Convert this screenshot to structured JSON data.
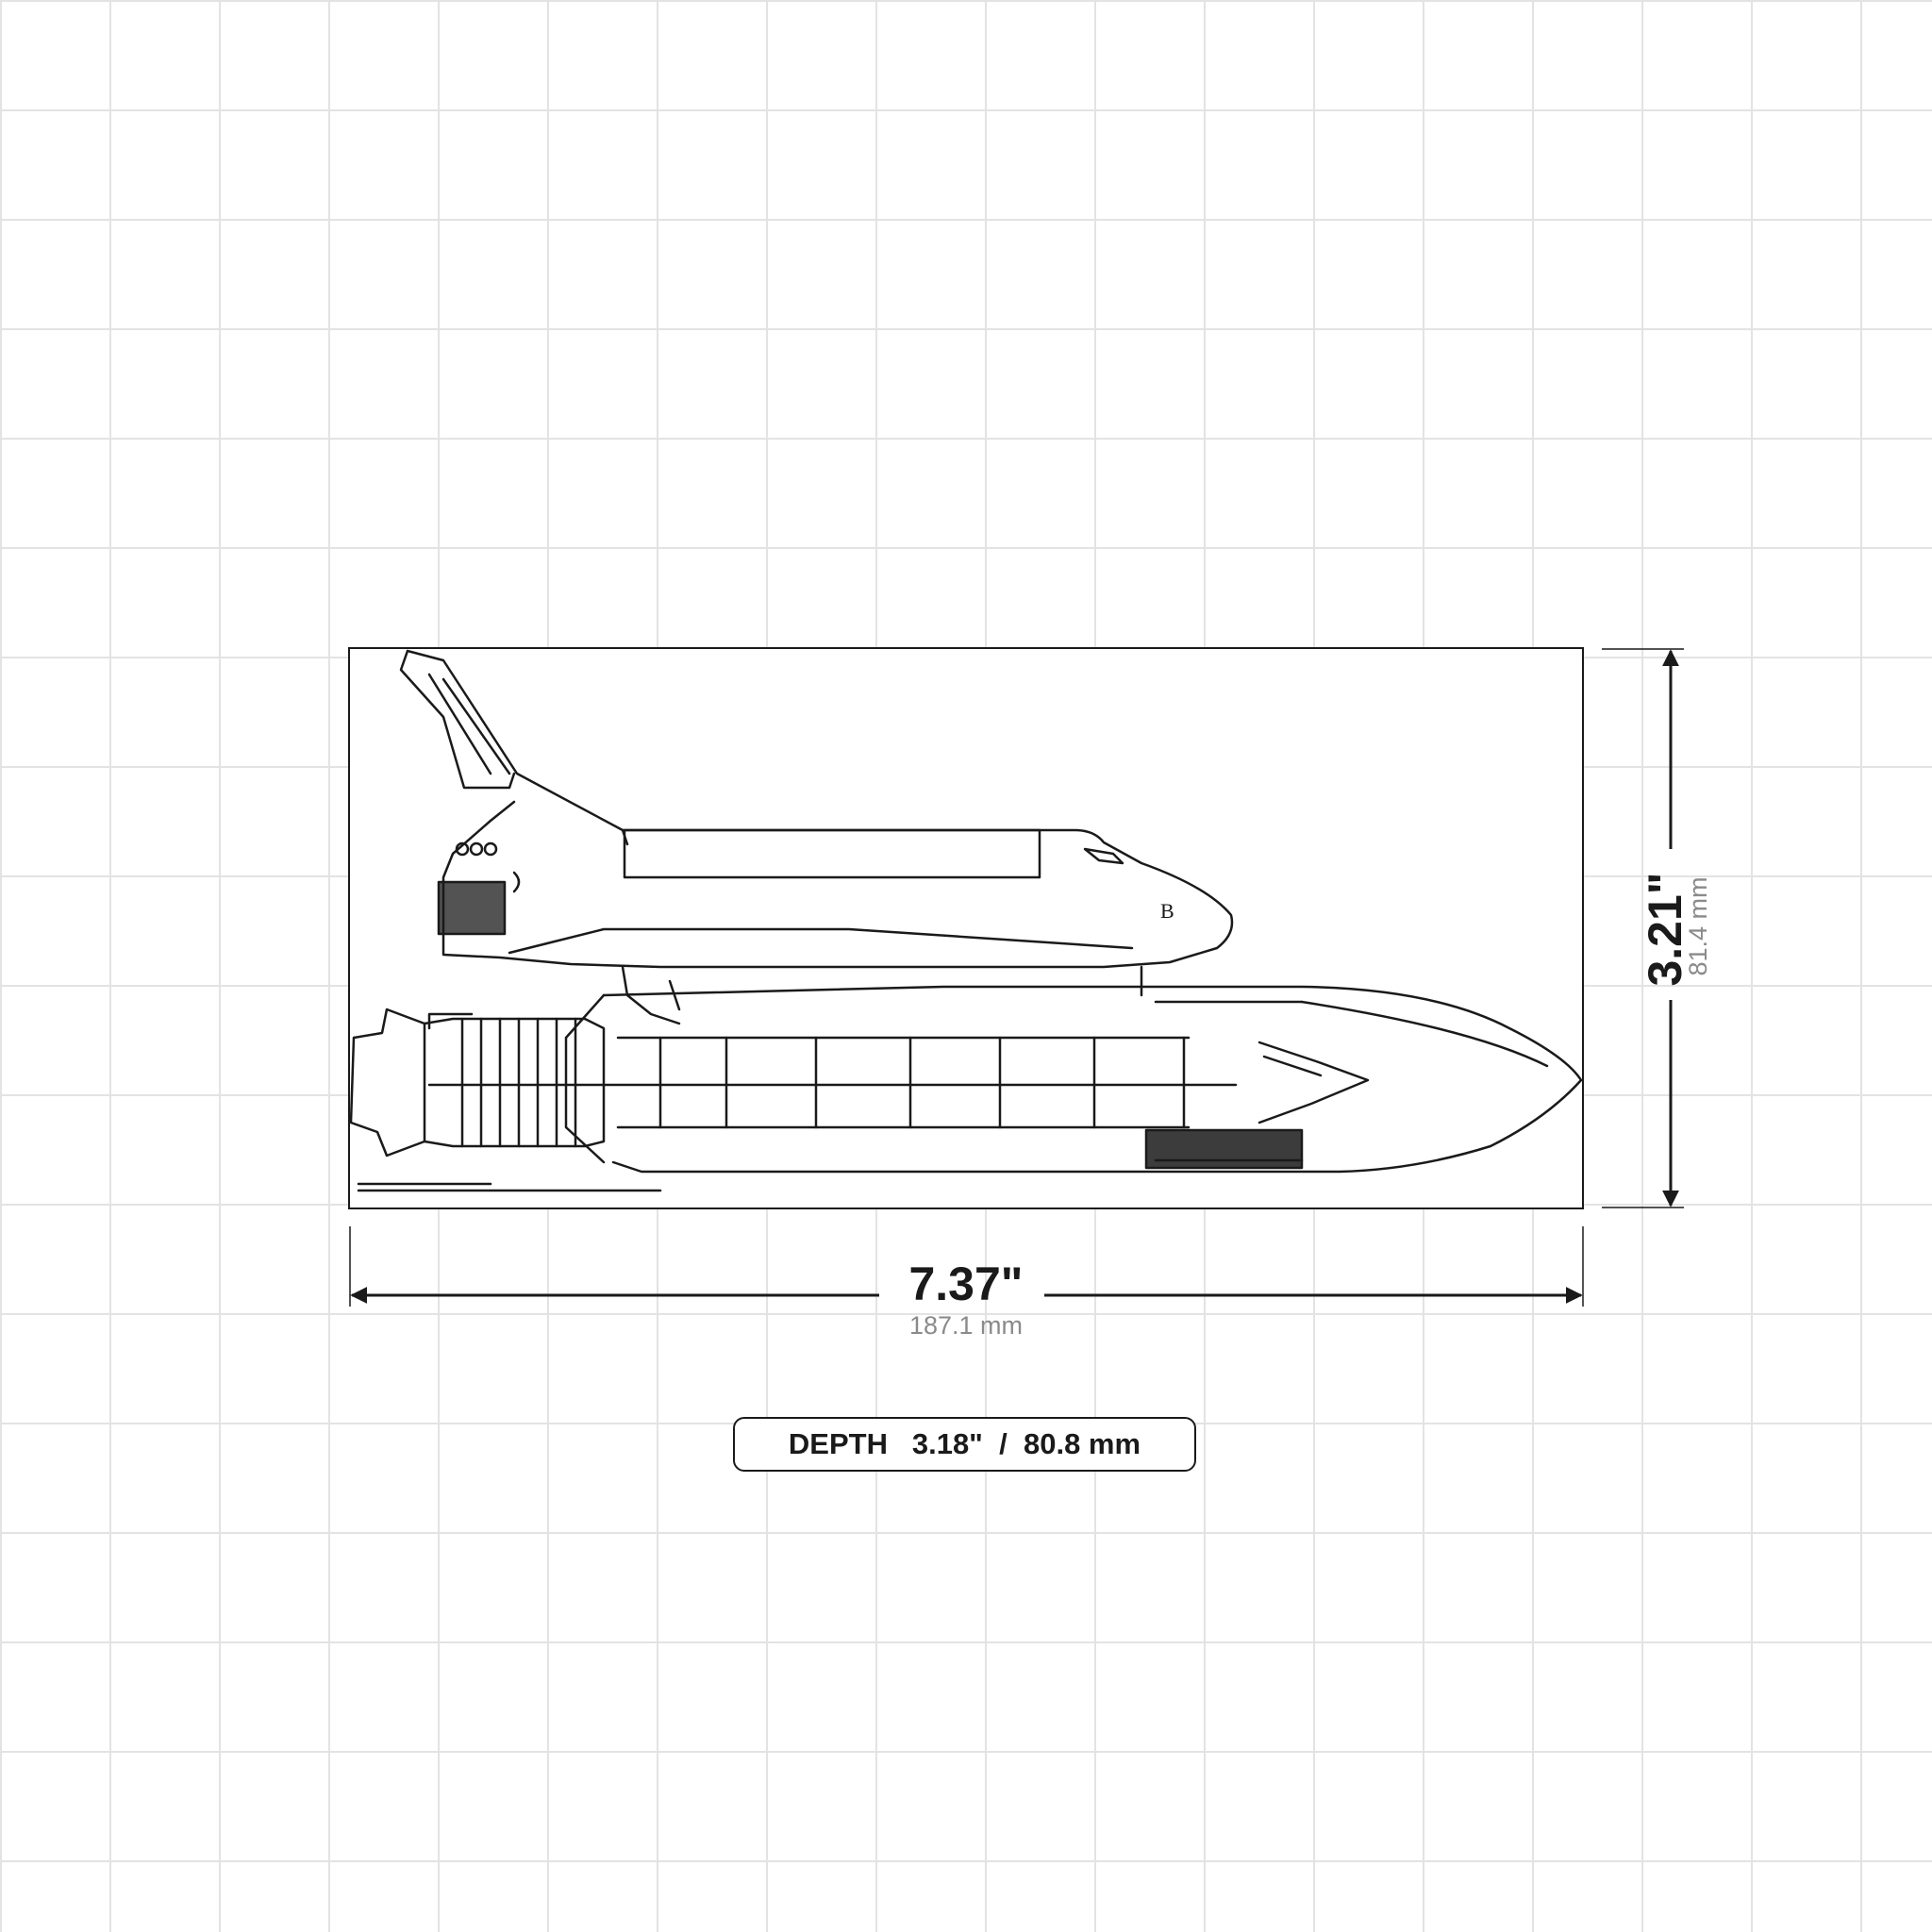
{
  "dimensions": {
    "width": {
      "inches": "7.37\"",
      "millimeters": "187.1 mm"
    },
    "height": {
      "inches": "3.21\"",
      "millimeters": "81.4 mm"
    },
    "depth": {
      "label": "DEPTH",
      "inches": "3.18\"",
      "separator": "/",
      "millimeters": "80.8 mm"
    }
  },
  "colors": {
    "grid": "#e3e3e3",
    "line": "#1a1a1a",
    "secondary_text": "#8a8a8a",
    "background": "#ffffff"
  }
}
